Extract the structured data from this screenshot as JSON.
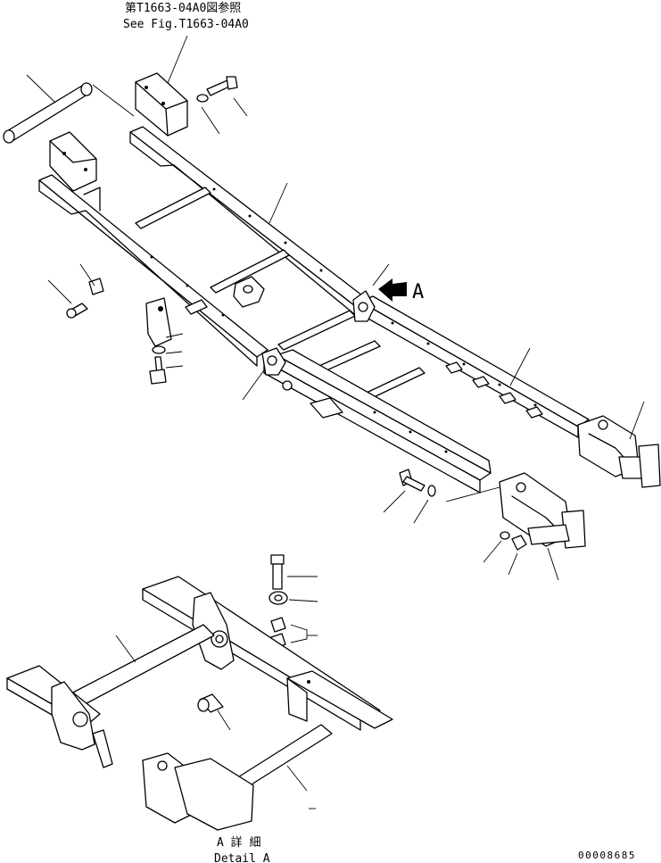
{
  "header": {
    "ref_line1": "第T1663-04A0図参照",
    "ref_line2": "See Fig.T1663-04A0"
  },
  "view_marker": {
    "label": "A"
  },
  "detail_caption": {
    "jp": "A 詳 細",
    "en": "Detail A"
  },
  "footer": {
    "code": "00008685"
  },
  "colors": {
    "line": "#000000",
    "paper": "#ffffff"
  }
}
